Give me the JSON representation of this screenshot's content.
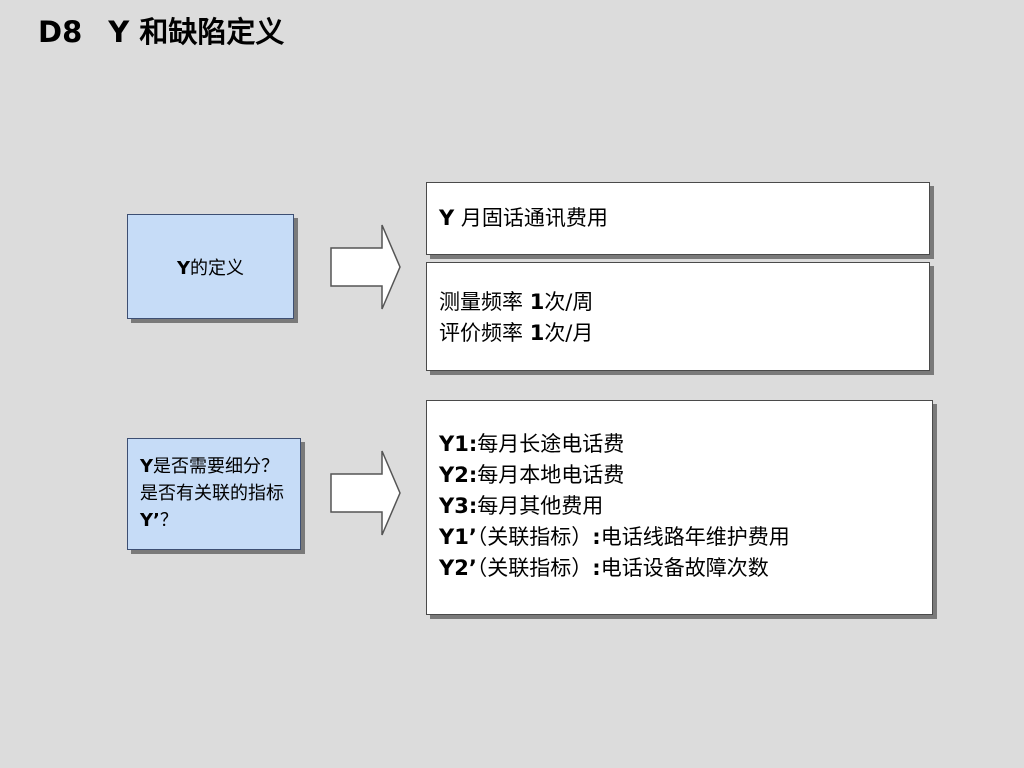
{
  "title": {
    "code": "D8",
    "text": "Y 和缺陷定义"
  },
  "section1": {
    "label": {
      "bold": "Y",
      "rest": "的定义"
    },
    "box_a": {
      "bold": "Y",
      "text": " 月固话通讯费用"
    },
    "box_b": {
      "lines": [
        {
          "pre": "测量频率 ",
          "bold": "1",
          "post": "次/周"
        },
        {
          "pre": "评价频率 ",
          "bold": "1",
          "post": "次/月"
        }
      ]
    }
  },
  "section2": {
    "label": {
      "bold1": "Y",
      "text1": "是否需要细分？是否有关联的指标",
      "bold2": "Y’",
      "text2": "？"
    },
    "items": [
      {
        "bold": "Y1:",
        "text": "每月长途电话费"
      },
      {
        "bold": "Y2:",
        "text": "每月本地电话费"
      },
      {
        "bold": "Y3:",
        "text": "每月其他费用"
      },
      {
        "bold": "Y1’",
        "text": "（关联指标）",
        "bold2": ":",
        "text2": "电话线路年维护费用"
      },
      {
        "bold": "Y2’",
        "text": "（关联指标）",
        "bold2": ":",
        "text2": "电话设备故障次数"
      }
    ]
  },
  "icons": [
    "arrow-right-icon",
    "arrow-right-icon"
  ]
}
